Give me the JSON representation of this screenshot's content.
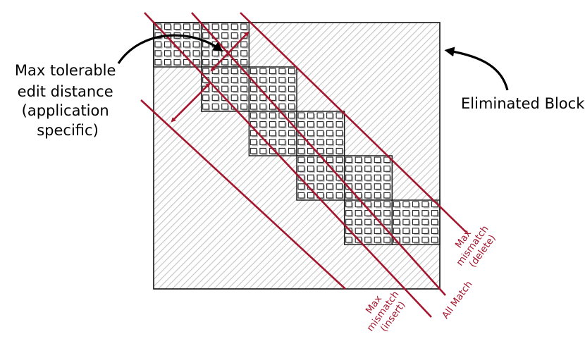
{
  "diagram": {
    "colors": {
      "band_line": "#a3162d",
      "outline": "#111111",
      "hatch": "#c4c4c4",
      "cell_shadow": "#b9b9b9"
    },
    "grid_blocks": 6,
    "cells_per_block": 5,
    "kept_blocks": [
      [
        0,
        0
      ],
      [
        0,
        1
      ],
      [
        1,
        1
      ],
      [
        1,
        2
      ],
      [
        2,
        2
      ],
      [
        2,
        3
      ],
      [
        3,
        3
      ],
      [
        3,
        4
      ],
      [
        4,
        4
      ],
      [
        4,
        5
      ]
    ],
    "labels": {
      "max_tolerable": [
        "Max  tolerable",
        "edit distance",
        "(application",
        "specific)"
      ],
      "eliminated_blocks": "Eliminated Blocks",
      "line_delete": [
        "Max",
        "mismatch",
        "(delete)"
      ],
      "line_all_match": "All Match",
      "line_insert": [
        "Max",
        "mismatch",
        "(insert)"
      ]
    },
    "icons": {
      "annotation_arrow": "curved-arrow-icon",
      "distance_arrow": "double-arrow-icon"
    }
  }
}
